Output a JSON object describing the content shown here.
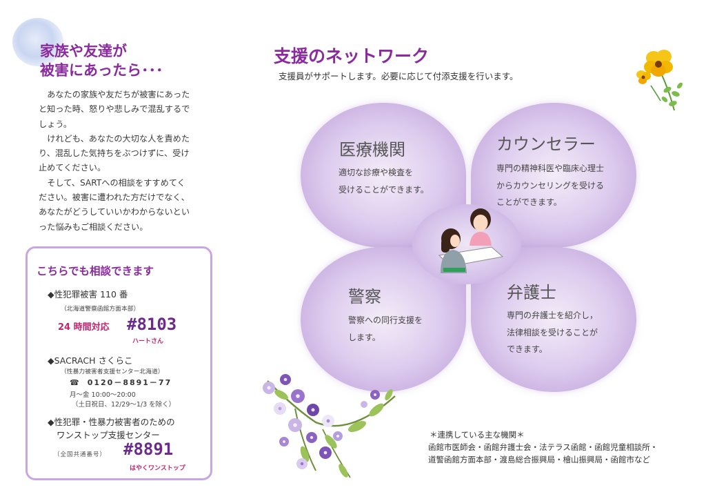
{
  "left": {
    "title_line1": "家族や友達が",
    "title_line2": "被害にあったら･･･",
    "intro_lines": [
      "あなたの家族や友だちが被害にあった",
      "と知った時、怒りや悲しみで混乱するで",
      "しょう。",
      "けれども、あなたの大切な人を責めた",
      "り、混乱した気持ちをぶつけずに、受け",
      "止めてください。",
      "そして、SARTへの相談をすすめてく",
      "ださい。被害に遭われた方だけでなく、",
      "あなたがどうしていいかわからないとい",
      "った悩みもご相談ください。"
    ],
    "contact": {
      "title": "こちらでも相談できます",
      "hotline": {
        "name": "◆性犯罪被害 110 番",
        "org": "（北海道警察函館方面本部）",
        "hours_label": "24 時間対応",
        "number": "#8103",
        "nickname": "ハートさん"
      },
      "sacrach": {
        "name": "◆SACRACH さくらこ",
        "org": "（性暴力被害者支援センター北海道）",
        "phone_icon": "☎",
        "phone": "0120－8891－77",
        "hours": "月～金 10:00～20:00",
        "holidays": "（土日祝日、12/29～1/3 を除く）"
      },
      "onestop": {
        "name_line1": "◆性犯罪・性暴力被害者のための",
        "name_line2": "ワンストップ支援センター",
        "common_label": "（全国共通番号）",
        "number": "#8891",
        "nickname": "はやくワンストップ"
      }
    }
  },
  "network": {
    "title": "支援のネットワーク",
    "subtitle": "支援員がサポートします。必要に応じて付添支援を行います。",
    "petals": {
      "medical": {
        "title": "医療機関",
        "lines": [
          "適切な診療や検査を",
          "受けることができます。"
        ]
      },
      "counselor": {
        "title": "カウンセラー",
        "lines": [
          "専門の精神科医や臨床心理士",
          "からカウンセリングを受ける",
          "ことができます。"
        ]
      },
      "police": {
        "title": "警察",
        "lines": [
          "警察への同行支援を",
          "します。"
        ]
      },
      "lawyer": {
        "title": "弁護士",
        "lines": [
          "専門の弁護士を紹介し，",
          "法律相談を受けることが",
          "できます。"
        ]
      }
    }
  },
  "partners": {
    "heading": "＊連携している主な機関＊",
    "line1": "函館市医師会・函館弁護士会・法テラス函館・函館児童相談所・",
    "line2": "道警函館方面本部・渡島総合振興局・檜山振興局・函館市など"
  },
  "colors": {
    "title_purple": "#8a2a9e",
    "number_purple": "#6b2a8c",
    "accent_magenta": "#c0256e",
    "box_border": "#c9a6e3",
    "petal": "#ddcbee"
  },
  "icons": [
    "watercolor-decoration",
    "pansy-flower-icon",
    "counseling-illustration",
    "purple-flower-branch-illustration",
    "phone-icon"
  ]
}
